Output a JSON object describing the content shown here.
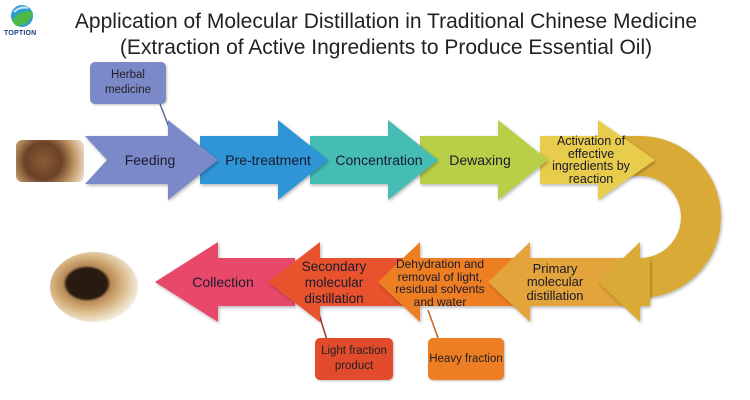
{
  "title": {
    "line1": "Application of Molecular Distillation in Traditional Chinese Medicine",
    "line2": "(Extraction of Active Ingredients to Produce Essential Oil)"
  },
  "logo": {
    "text": "TOPTION",
    "mark": "®"
  },
  "top_row": [
    {
      "label": "Feeding",
      "color": "#7b89c9"
    },
    {
      "label": "Pre-treatment",
      "color": "#2f95d6"
    },
    {
      "label": "Concentration",
      "color": "#45bdb4"
    },
    {
      "label": "Dewaxing",
      "color": "#b9cf47"
    },
    {
      "label": "Activation of effective ingredients by reaction",
      "color": "#e8cc4c"
    }
  ],
  "bottom_row": [
    {
      "label": "Primary molecular distillation",
      "color": "#e3a43a"
    },
    {
      "label": "Dehydration and removal of light, residual solvents and water",
      "color": "#ee7e24"
    },
    {
      "label": "Secondary molecular distillation",
      "color": "#e8532e"
    },
    {
      "label": "Collection",
      "color": "#e8486a"
    }
  ],
  "u_turn_color": "#d9aa36",
  "callouts": [
    {
      "label": "Herbal medicine",
      "color": "#7b89c9",
      "attached_to": "Feeding"
    },
    {
      "label": "Light fraction product",
      "color": "#e8532e",
      "attached_to": "Secondary molecular distillation"
    },
    {
      "label": "Heavy fraction",
      "color": "#ee7e24",
      "attached_to": "Dehydration and removal of light, residual solvents and water"
    }
  ],
  "images": [
    {
      "name": "herbal-ingredients-photo"
    },
    {
      "name": "essential-oil-bowl-photo"
    }
  ]
}
